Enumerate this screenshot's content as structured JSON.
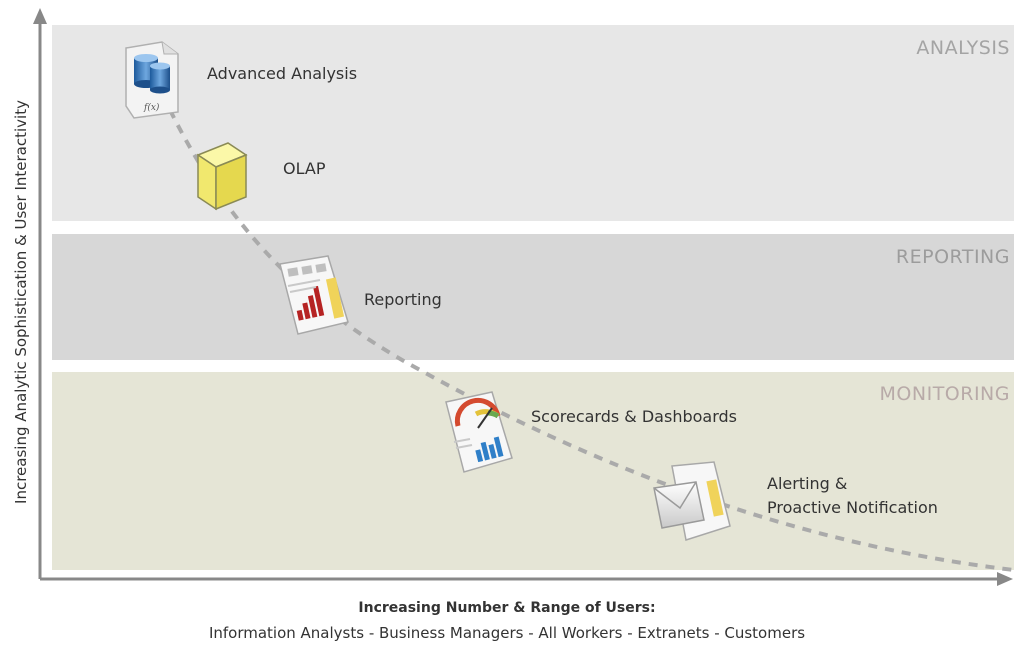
{
  "bands": {
    "analysis": "ANALYSIS",
    "reporting": "REPORTING",
    "monitoring": "MONITORING"
  },
  "stages": [
    {
      "label": "Advanced Analysis",
      "icon": "database-document-icon"
    },
    {
      "label": "OLAP",
      "icon": "cube-icon"
    },
    {
      "label": "Reporting",
      "icon": "report-document-icon"
    },
    {
      "label": "Scorecards & Dashboards",
      "icon": "dashboard-gauge-icon"
    },
    {
      "label": "Alerting &\nProactive Notification",
      "icon": "envelope-report-icon"
    }
  ],
  "icon_text": {
    "fx": "f(x)"
  },
  "axes": {
    "y_title": "Increasing Analytic Sophistication & User Interactivity",
    "x_title": "Increasing Number & Range of Users:",
    "x_subtitle": "Information Analysts - Business Managers - All Workers - Extranets - Customers"
  },
  "colors": {
    "analysis_band": "#e7e7e7",
    "reporting_band": "#d7d7d7",
    "monitoring_band": "#e5e5d6",
    "curve": "#aaaaaa",
    "axis": "#888888"
  }
}
